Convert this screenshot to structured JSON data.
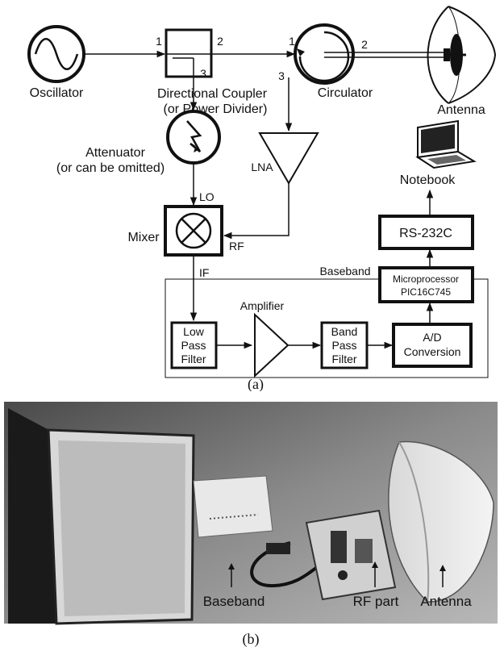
{
  "diagram": {
    "oscillator": "Oscillator",
    "coupler_line1": "Directional Coupler",
    "coupler_line2": "(or Power Divider)",
    "circulator": "Circulator",
    "antenna": "Antenna",
    "attenuator_line1": "Attenuator",
    "attenuator_line2": "(or can be omitted)",
    "lna": "LNA",
    "notebook": "Notebook",
    "mixer": "Mixer",
    "lo": "LO",
    "rf": "RF",
    "if": "IF",
    "rs232": "RS-232C",
    "baseband": "Baseband",
    "micro_line1": "Microprocessor",
    "micro_line2": "PIC16C745",
    "amplifier": "Amplifier",
    "lpf_line1": "Low",
    "lpf_line2": "Pass",
    "lpf_line3": "Filter",
    "bpf_line1": "Band",
    "bpf_line2": "Pass",
    "bpf_line3": "Filter",
    "adc_line1": "A/D",
    "adc_line2": "Conversion",
    "port_coupler_1": "1",
    "port_coupler_2": "2",
    "port_coupler_3": "3",
    "port_circ_1": "1",
    "port_circ_2": "2",
    "port_circ_3": "3",
    "caption": "(a)"
  },
  "photo": {
    "label_baseband": "Baseband",
    "label_rf_part": "RF part",
    "label_antenna": "Antenna",
    "caption": "(b)"
  }
}
